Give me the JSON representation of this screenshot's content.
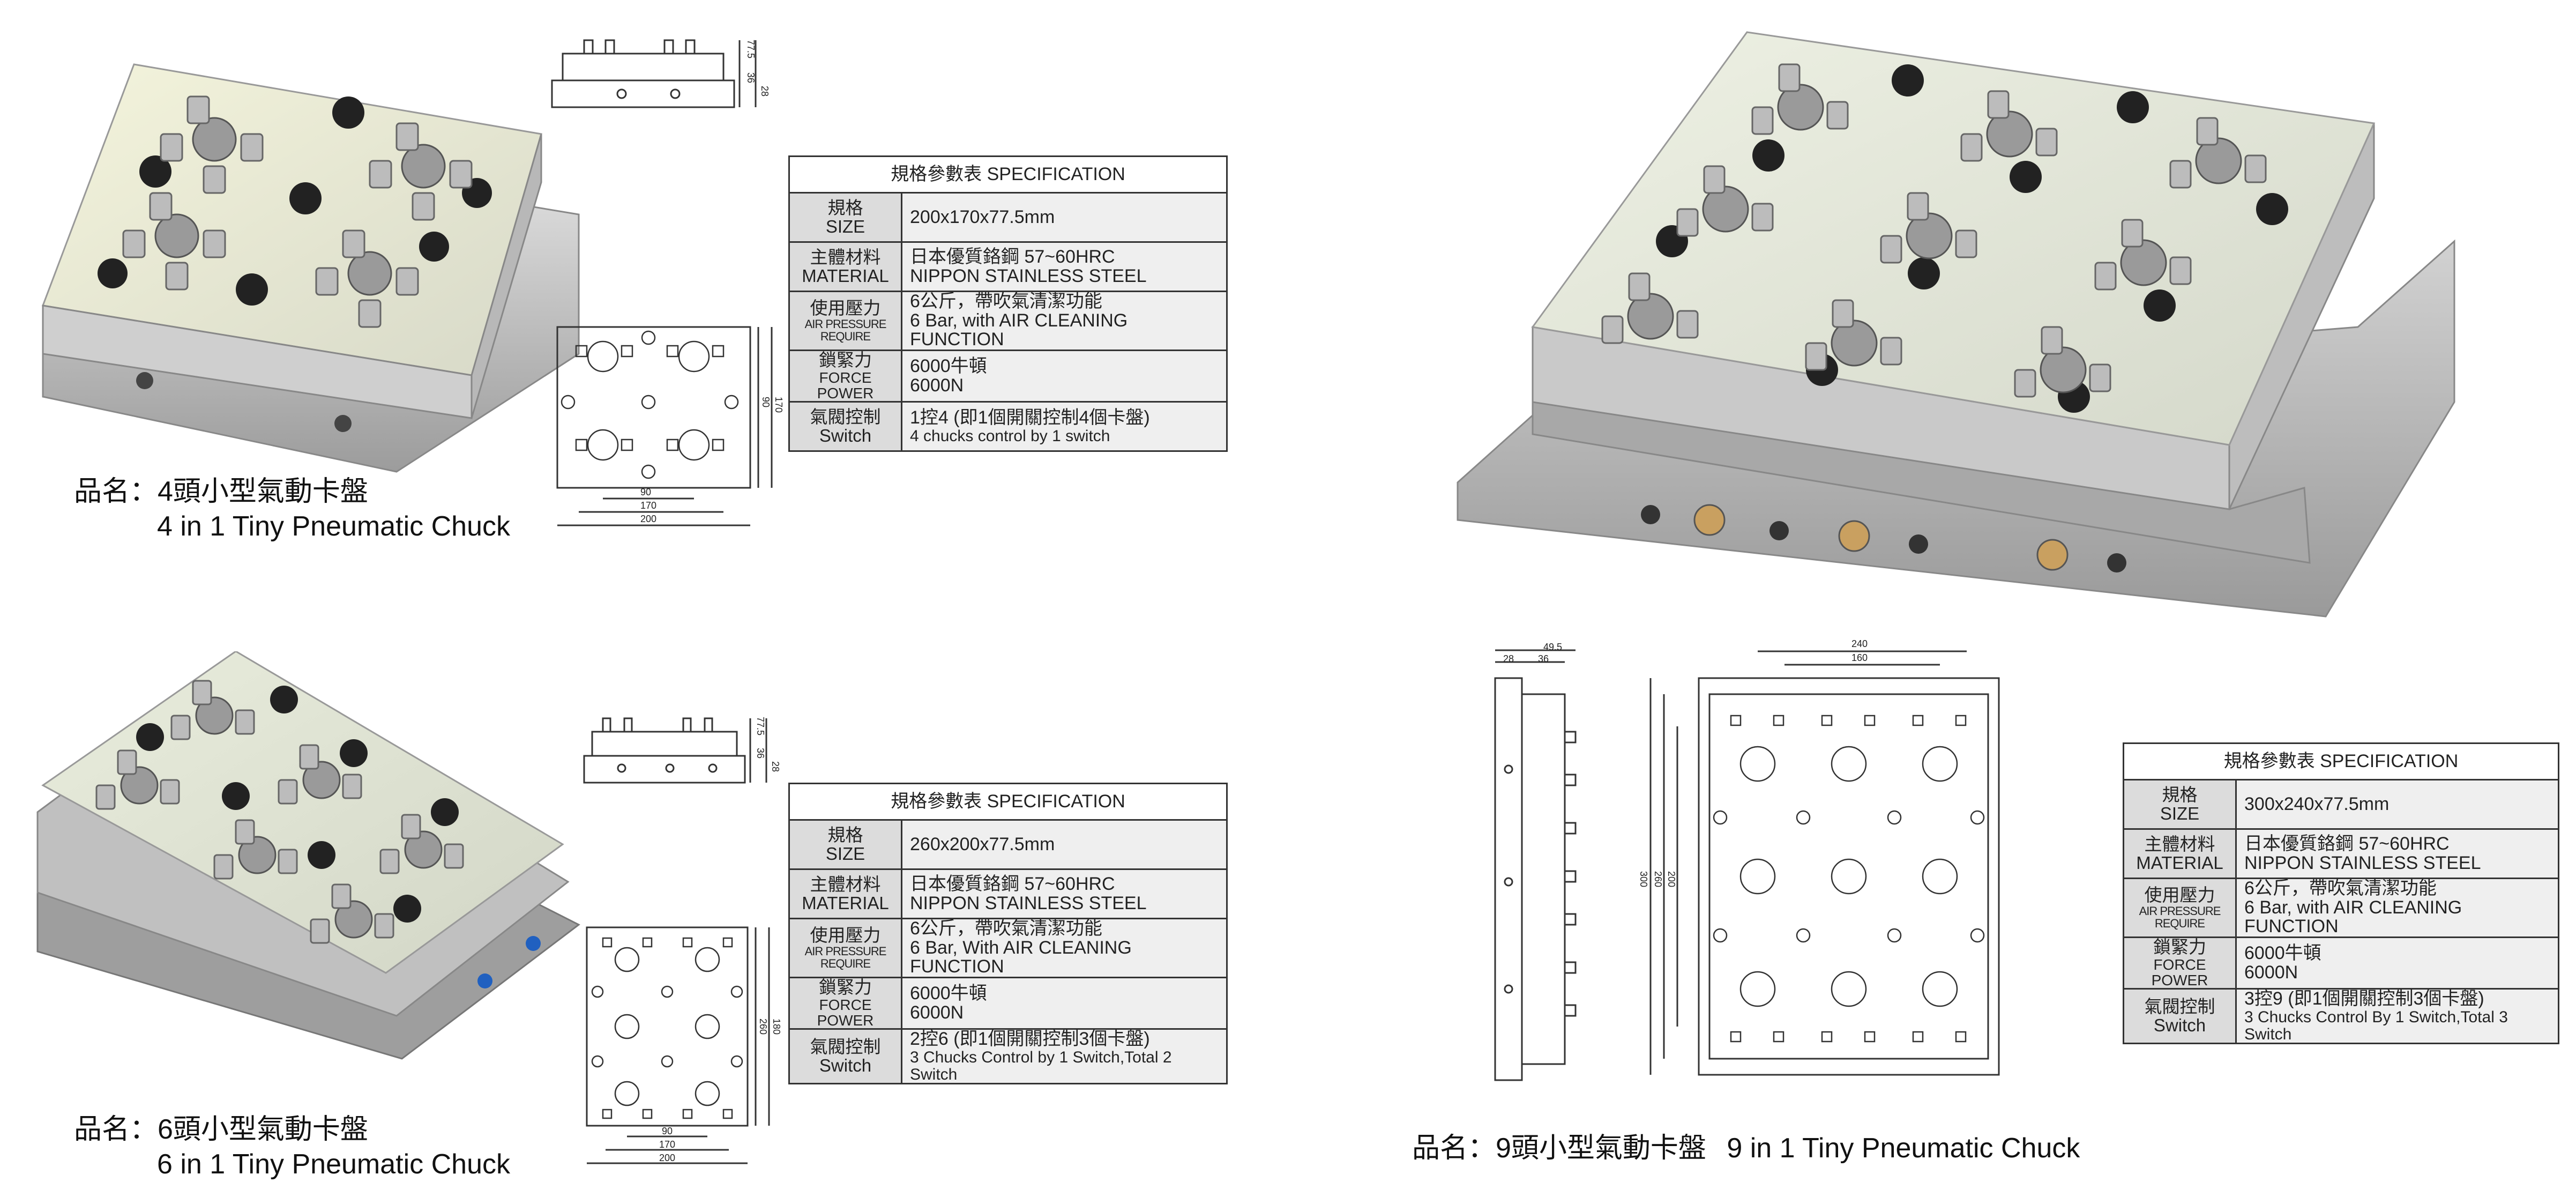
{
  "products": [
    {
      "id": "4in1",
      "name_cn": "品名：4頭小型氣動卡盤",
      "name_en": "4 in 1 Tiny Pneumatic Chuck",
      "drawing": {
        "side_dims": [
          "77.5",
          "36",
          "28"
        ],
        "plan_dims": [
          "90",
          "170",
          "200",
          "90",
          "170"
        ]
      },
      "spec": {
        "header": "規格參數表  SPECIFICATION",
        "rows": [
          {
            "label_cn": "規格",
            "label_en": "SIZE",
            "value": "200x170x77.5mm",
            "value2": ""
          },
          {
            "label_cn": "主體材料",
            "label_en": "MATERIAL",
            "value": "日本優質鉻鋼          57~60HRC",
            "value2": "NIPPON STAINLESS STEEL"
          },
          {
            "label_cn": "使用壓力",
            "label_en": "AIR PRESSURE REQUIRE",
            "value": "6公斤，帶吹氣清潔功能",
            "value2": "6 Bar, with AIR CLEANING FUNCTION"
          },
          {
            "label_cn": "鎖緊力",
            "label_en": "FORCE POWER",
            "value": "6000牛頓",
            "value2": "6000N"
          },
          {
            "label_cn": "氣閥控制",
            "label_en": "Switch",
            "value": "1控4 (即1個開關控制4個卡盤)",
            "value2": "4 chucks control by 1 switch"
          }
        ]
      }
    },
    {
      "id": "6in1",
      "name_cn": "品名：6頭小型氣動卡盤",
      "name_en": "6 in 1 Tiny Pneumatic Chuck",
      "drawing": {
        "side_dims": [
          "77.5",
          "36",
          "28"
        ],
        "plan_dims": [
          "90",
          "170",
          "200",
          "260",
          "180"
        ]
      },
      "spec": {
        "header": "規格參數表  SPECIFICATION",
        "rows": [
          {
            "label_cn": "規格",
            "label_en": "SIZE",
            "value": "260x200x77.5mm",
            "value2": ""
          },
          {
            "label_cn": "主體材料",
            "label_en": "MATERIAL",
            "value": "日本優質鉻鋼          57~60HRC",
            "value2": "NIPPON STAINLESS STEEL"
          },
          {
            "label_cn": "使用壓力",
            "label_en": "AIR PRESSURE REQUIRE",
            "value": "6公斤，帶吹氣清潔功能",
            "value2": "6 Bar, With AIR CLEANING FUNCTION"
          },
          {
            "label_cn": "鎖緊力",
            "label_en": "FORCE POWER",
            "value": "6000牛頓",
            "value2": "6000N"
          },
          {
            "label_cn": "氣閥控制",
            "label_en": "Switch",
            "value": "2控6 (即1個開關控制3個卡盤)",
            "value2": "3 Chucks Control by 1 Switch,Total 2 Switch"
          }
        ]
      }
    },
    {
      "id": "9in1",
      "name_cn": "品名：9頭小型氣動卡盤",
      "name_en": "9 in 1 Tiny Pneumatic Chuck",
      "drawing": {
        "side_dims": [
          "49.5",
          "36",
          "28"
        ],
        "plan_dims": [
          "240",
          "160",
          "300",
          "260",
          "200"
        ]
      },
      "spec": {
        "header": "規格參數表  SPECIFICATION",
        "rows": [
          {
            "label_cn": "規格",
            "label_en": "SIZE",
            "value": "300x240x77.5mm",
            "value2": ""
          },
          {
            "label_cn": "主體材料",
            "label_en": "MATERIAL",
            "value": "日本優質鉻鋼          57~60HRC",
            "value2": "NIPPON STAINLESS STEEL"
          },
          {
            "label_cn": "使用壓力",
            "label_en": "AIR PRESSURE REQUIRE",
            "value": "6公斤，帶吹氣清潔功能",
            "value2": "6 Bar, with AIR CLEANING FUNCTION"
          },
          {
            "label_cn": "鎖緊力",
            "label_en": "FORCE POWER",
            "value": "6000牛頓",
            "value2": "6000N"
          },
          {
            "label_cn": "氣閥控制",
            "label_en": "Switch",
            "value": "3控9 (即1個開關控制3個卡盤)",
            "value2": "3 Chucks Control By 1 Switch,Total 3 Switch"
          }
        ]
      }
    }
  ]
}
